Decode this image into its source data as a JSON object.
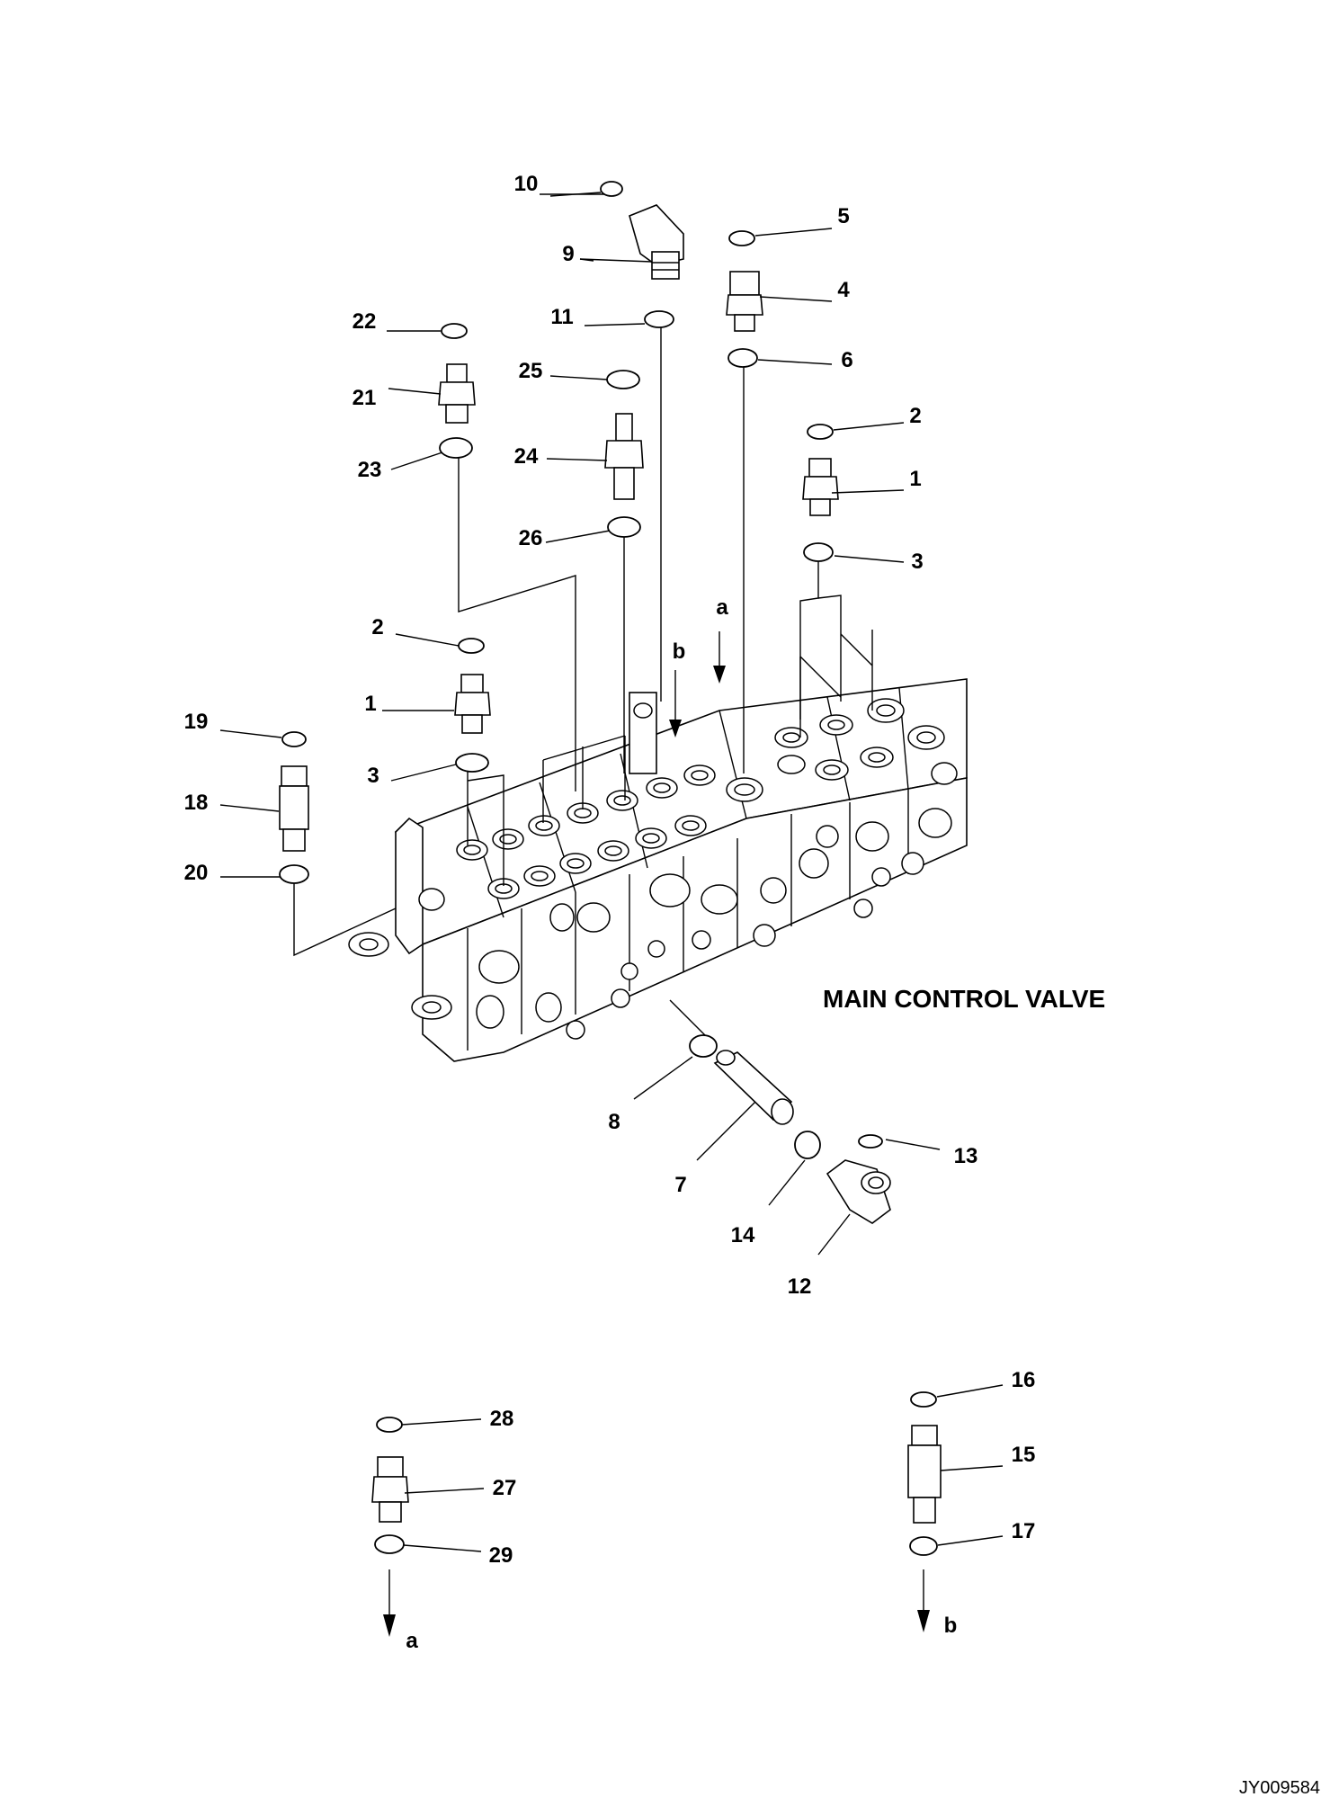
{
  "title": "MAIN CONTROL VALVE",
  "drawing_code": "JY009584",
  "callouts": [
    {
      "id": "c10",
      "text": "10"
    },
    {
      "id": "c9",
      "text": "9"
    },
    {
      "id": "c11",
      "text": "11"
    },
    {
      "id": "c5",
      "text": "5"
    },
    {
      "id": "c4",
      "text": "4"
    },
    {
      "id": "c6",
      "text": "6"
    },
    {
      "id": "c22",
      "text": "22"
    },
    {
      "id": "c21",
      "text": "21"
    },
    {
      "id": "c25",
      "text": "25"
    },
    {
      "id": "c23",
      "text": "23"
    },
    {
      "id": "c24",
      "text": "24"
    },
    {
      "id": "c26",
      "text": "26"
    },
    {
      "id": "c2a",
      "text": "2"
    },
    {
      "id": "c1a",
      "text": "1"
    },
    {
      "id": "c3a",
      "text": "3"
    },
    {
      "id": "ca1",
      "text": "a"
    },
    {
      "id": "cb1",
      "text": "b"
    },
    {
      "id": "c2b",
      "text": "2"
    },
    {
      "id": "c1b",
      "text": "1"
    },
    {
      "id": "c3b",
      "text": "3"
    },
    {
      "id": "c19",
      "text": "19"
    },
    {
      "id": "c18",
      "text": "18"
    },
    {
      "id": "c20",
      "text": "20"
    },
    {
      "id": "c8",
      "text": "8"
    },
    {
      "id": "c7",
      "text": "7"
    },
    {
      "id": "c14",
      "text": "14"
    },
    {
      "id": "c13",
      "text": "13"
    },
    {
      "id": "c12",
      "text": "12"
    },
    {
      "id": "c28",
      "text": "28"
    },
    {
      "id": "c27",
      "text": "27"
    },
    {
      "id": "c29",
      "text": "29"
    },
    {
      "id": "ca2",
      "text": "a"
    },
    {
      "id": "c16",
      "text": "16"
    },
    {
      "id": "c15",
      "text": "15"
    },
    {
      "id": "c17",
      "text": "17"
    },
    {
      "id": "cb2",
      "text": "b"
    }
  ]
}
